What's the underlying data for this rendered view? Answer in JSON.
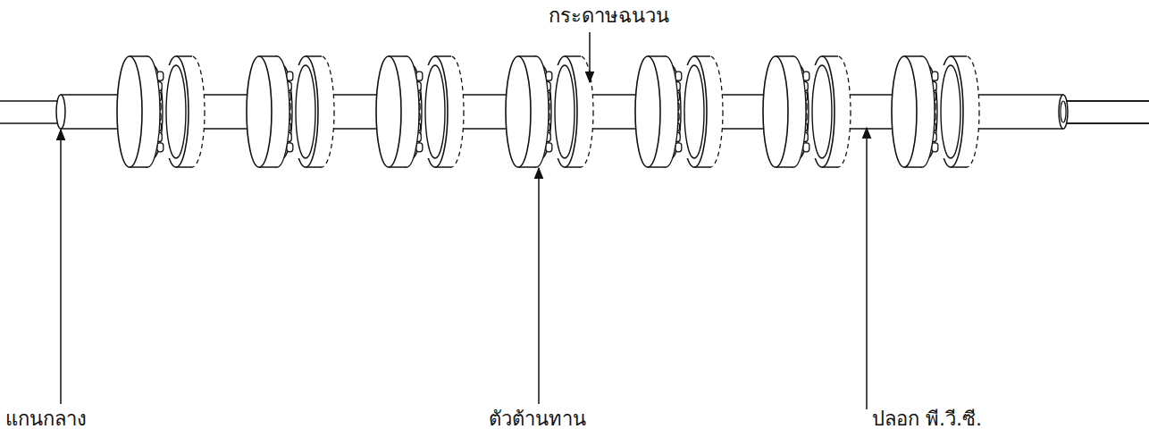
{
  "diagram": {
    "labels": [
      "กระดาษฉนวน",
      "แกนกลาง",
      "ตัวต้านทาน",
      "ปลอก พี.วี.ซี."
    ]
  }
}
